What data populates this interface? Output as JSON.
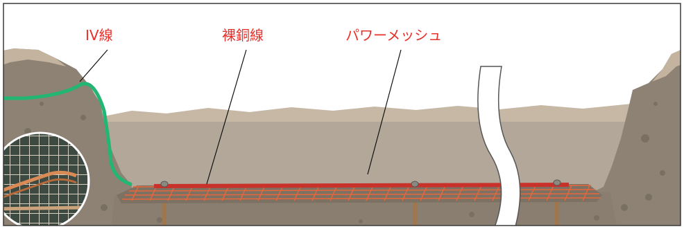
{
  "labels": {
    "iv_wire": "IV線",
    "bare_copper_wire": "裸銅線",
    "power_mesh": "パワーメッシュ"
  },
  "colors": {
    "label_red": "#e8302a",
    "iv_wire_green": "#22b573",
    "mesh_orange": "#e8673a",
    "copper_red": "#c8322a",
    "soil_dark": "#8c7f73",
    "soil_light": "#c9bba9",
    "trench_bg": "#b0a597",
    "post_brown": "#a0764c",
    "frame": "#3a3a3a"
  }
}
